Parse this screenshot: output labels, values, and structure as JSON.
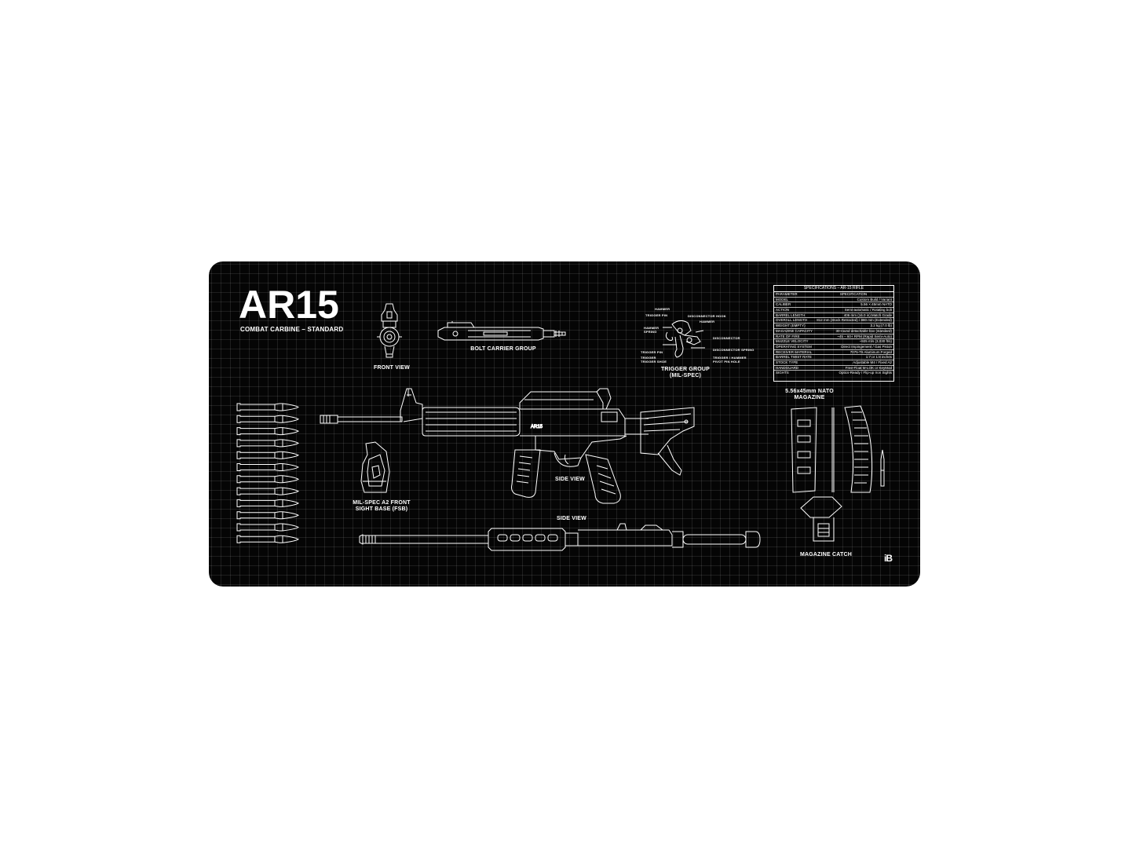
{
  "product": {
    "title": "AR15",
    "subtitle": "COMBAT CARBINE – STANDARD"
  },
  "labels": {
    "front_view": "FRONT VIEW",
    "bolt_carrier_group": "BOLT CARRIER GROUP",
    "trigger_group": "TRIGGER GROUP\n(MIL-SPEC)",
    "side_view_upper": "SIDE VIEW",
    "side_view_lower": "SIDE VIEW",
    "front_sight_base": "MIL-SPEC A2 FRONT\nSIGHT BASE (FSB)",
    "magazine": "5.56x45mm NATO\nMAGAZINE",
    "magazine_catch": "MAGAZINE CATCH",
    "receiver_marking": "AR15"
  },
  "trigger_parts": {
    "hammer": "HAMMER",
    "trigger_pin": "TRIGGER PIN",
    "disconnector_hook": "DISCONNECTOR HOOK",
    "hammer2": "HAMMER",
    "hammer_spring": "HAMMER\nSPRING",
    "disconnector": "DISCONNECTOR",
    "disconnector_spring": "DISCONNECTOR SPRING",
    "trigger_pin2": "TRIGGER PIN",
    "trigger_hammer_pivot": "TRIGGER / HAMMER\nPIVOT PIN HOLE",
    "trigger_face": "TRIGGER\nTRIGGER SHOE"
  },
  "specs": {
    "title": "SPECIFICATIONS – AR-15 RIFLE",
    "header": [
      "PARAMETER",
      "SPECIFICATION"
    ],
    "rows": [
      [
        "MODEL",
        "Custom Build / Variant"
      ],
      [
        "CALIBER",
        "5.56 × 45mm NATO"
      ],
      [
        "ACTION",
        "Semi-automatic / Rotating bolt"
      ],
      [
        "BARREL LENGTH",
        "406 mm (16.0 in) Match Grade"
      ],
      [
        "OVERALL LENGTH",
        "812 mm (Stock Retracted) / 880 mm (Extended)"
      ],
      [
        "WEIGHT (EMPTY)",
        "3.2 kg (7.0 lb)"
      ],
      [
        "MAGAZINE CAPACITY",
        "30-round detachable box (standard)"
      ],
      [
        "RATE OF FIRE",
        "~45 – 60+ RPM (Rapid Semi-Auto)"
      ],
      [
        "MUZZLE VELOCITY",
        "~925 m/s (3,030 ft/s)"
      ],
      [
        "OPERATING SYSTEM",
        "Direct Impingement / Gas Piston"
      ],
      [
        "RECEIVER MATERIAL",
        "7075-T6 Aluminum Forged"
      ],
      [
        "BARREL TWIST RATE",
        "1:7 or 1:8 inches"
      ],
      [
        "STOCK TYPE",
        "Adjustable M4 / Fixed A2"
      ],
      [
        "HANDGUARD",
        "Free-Float M-LOK or KeyMod"
      ],
      [
        "SIGHTS",
        "Optics-Ready / Flip-up Iron Sights"
      ]
    ]
  },
  "cartridges": {
    "count": 12
  },
  "logo": "iB",
  "colors": {
    "mat": "#050505",
    "line": "#ffffff",
    "grid": "rgba(255,255,255,0.10)",
    "page": "#ffffff"
  }
}
